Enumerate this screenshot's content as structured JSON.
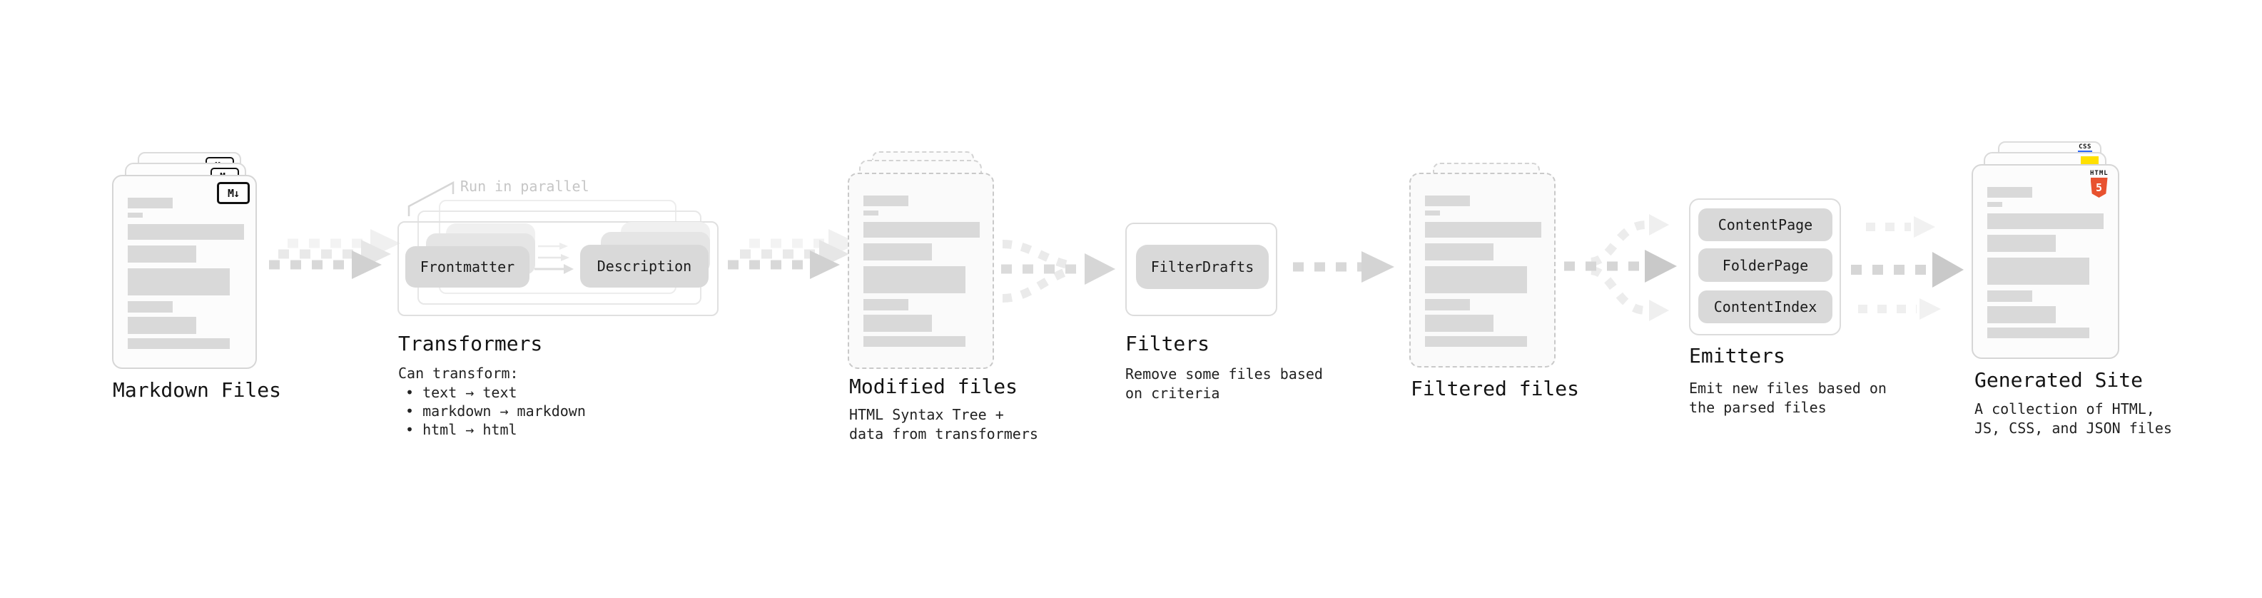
{
  "diagram": {
    "stages": {
      "markdown_files": {
        "title": "Markdown Files",
        "badge_label": "M↓"
      },
      "transformers": {
        "title": "Transformers",
        "annotation": "Run in parallel",
        "box_a_label": "Frontmatter",
        "box_b_label": "Description",
        "desc_heading": "Can transform:",
        "bullets": [
          "• text → text",
          "• markdown → markdown",
          "• html → html"
        ]
      },
      "modified_files": {
        "title": "Modified files",
        "desc_line1": "HTML Syntax Tree +",
        "desc_line2": "data from transformers"
      },
      "filters": {
        "title": "Filters",
        "filter_name": "FilterDrafts",
        "desc_line1": "Remove some files based",
        "desc_line2": "on criteria"
      },
      "filtered_files": {
        "title": "Filtered files"
      },
      "emitters": {
        "title": "Emitters",
        "emitter_names": [
          "ContentPage",
          "FolderPage",
          "ContentIndex"
        ],
        "desc_line1": "Emit new files based on",
        "desc_line2": "the parsed files"
      },
      "generated_site": {
        "title": "Generated Site",
        "desc_line1": "A collection of HTML,",
        "desc_line2": "JS, CSS, and JSON files",
        "css_badge_label": "CSS",
        "html_badge_label": "HTML",
        "html_badge_number": "5"
      }
    },
    "colors": {
      "html5_orange": "#e8522f",
      "js_yellow": "#ffe000",
      "css_blue": "#2b66f6",
      "placeholder_gray": "#d9d9d9"
    }
  }
}
